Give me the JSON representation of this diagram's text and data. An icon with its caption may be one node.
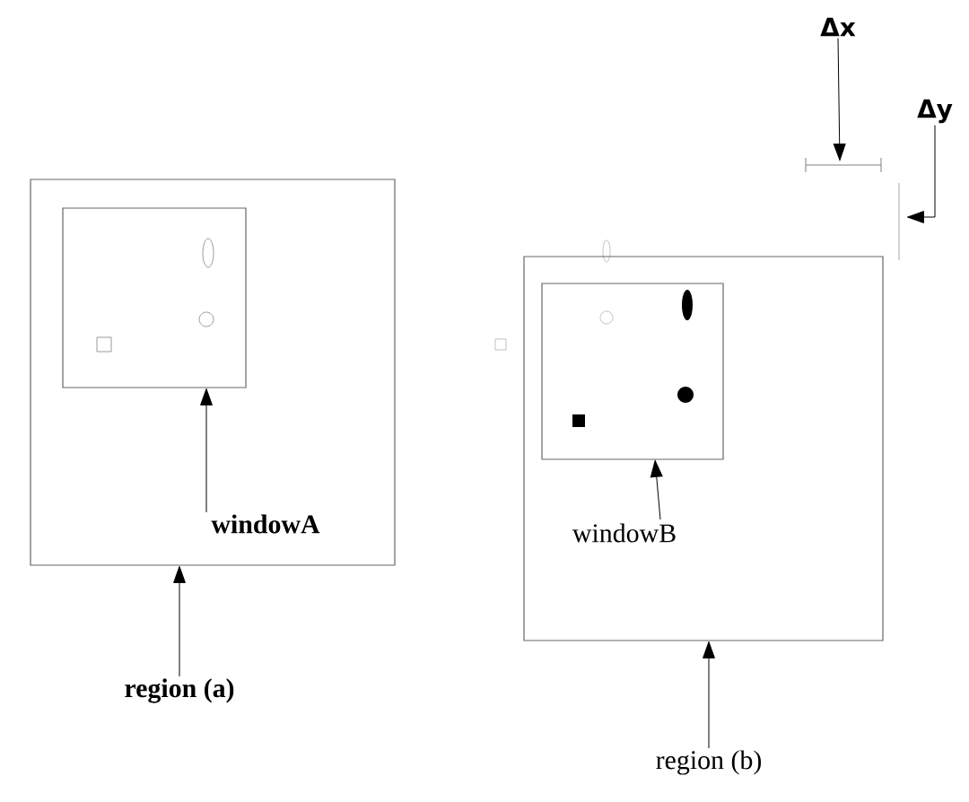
{
  "diagram": {
    "nodes": [
      {
        "text": [],
        "shape": "box"
      },
      {
        "text": [],
        "shape": "box",
        "in": 0
      },
      {
        "text": [
          "windowA"
        ],
        "in": 0
      },
      {
        "text": [
          "region (a)"
        ]
      },
      {
        "text": [],
        "shape": "box"
      },
      {
        "text": [],
        "shape": "box",
        "in": 4
      },
      {
        "text": [
          "windowB"
        ],
        "in": 4
      },
      {
        "text": [
          "region (b)"
        ]
      },
      {
        "text": [
          "Δx"
        ]
      },
      {
        "text": [
          "Δy"
        ]
      }
    ],
    "edges": [
      {
        "from": 2,
        "to": 1,
        "arrow": "to"
      },
      {
        "from": 3,
        "to": 0,
        "arrow": "to"
      },
      {
        "from": 6,
        "to": 5,
        "arrow": "to"
      },
      {
        "from": 7,
        "to": 4,
        "arrow": "to"
      },
      {
        "from": 8,
        "to": null,
        "arrow": "to"
      },
      {
        "from": 9,
        "to": null,
        "arrow": "to"
      }
    ]
  }
}
